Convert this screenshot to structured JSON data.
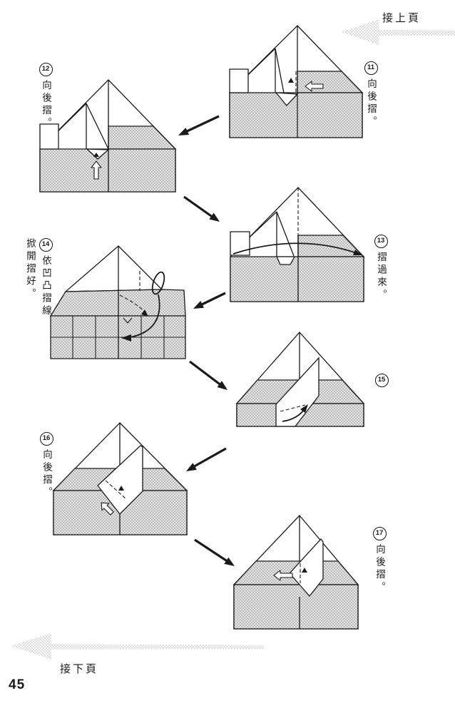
{
  "page": {
    "number": "45",
    "continued_from": "接上頁",
    "continued_to": "接下頁"
  },
  "steps": [
    {
      "number": "11",
      "instruction": "向後摺。"
    },
    {
      "number": "12",
      "instruction": "向後摺。"
    },
    {
      "number": "13",
      "instruction": "摺過來。"
    },
    {
      "number": "14",
      "instruction": "依凹凸摺線",
      "instruction2": "掀開摺好。"
    },
    {
      "number": "15",
      "instruction": ""
    },
    {
      "number": "16",
      "instruction": "向後摺。"
    },
    {
      "number": "17",
      "instruction": "向後摺。"
    }
  ],
  "colors": {
    "outline": "#1a1a1a",
    "halftone_dot": "#8f8f8f",
    "halftone_bg": "#e9e9e9",
    "page_arrow_dot": "#b0b0b0"
  }
}
